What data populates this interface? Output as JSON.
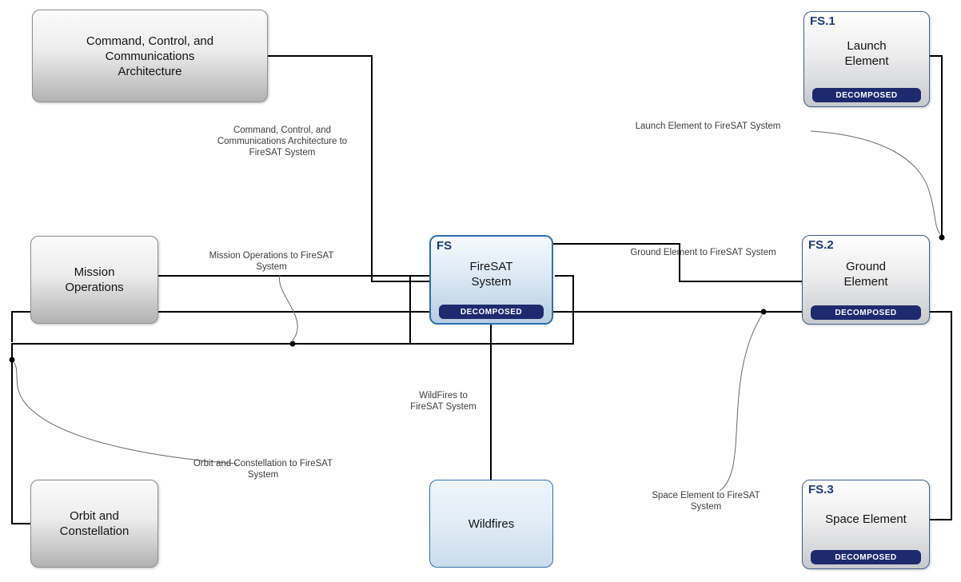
{
  "nodes": {
    "ccc": {
      "label": "Command, Control, and\nCommunications\nArchitecture"
    },
    "launch": {
      "number": "FS.1",
      "label": "Launch\nElement",
      "badge": "DECOMPOSED"
    },
    "mission": {
      "label": "Mission\nOperations"
    },
    "firesat": {
      "number": "FS",
      "label": "FireSAT\nSystem",
      "badge": "DECOMPOSED"
    },
    "ground": {
      "number": "FS.2",
      "label": "Ground\nElement",
      "badge": "DECOMPOSED"
    },
    "orbit": {
      "label": "Orbit and\nConstellation"
    },
    "wildfires": {
      "label": "Wildfires"
    },
    "space": {
      "number": "FS.3",
      "label": "Space Element",
      "badge": "DECOMPOSED"
    }
  },
  "edges": {
    "ccc_to_firesat": {
      "label": "Command, Control, and\nCommunications Architecture to\nFireSAT System"
    },
    "launch_to_firesat": {
      "label": "Launch Element to FireSAT System"
    },
    "mission_to_firesat": {
      "label": "Mission Operations to FireSAT\nSystem"
    },
    "ground_to_firesat": {
      "label": "Ground Element to FireSAT System"
    },
    "wildfires_to_firesat": {
      "label": "WildFires to\nFireSAT System"
    },
    "orbit_to_firesat": {
      "label": "Orbit and Constellation to FireSAT\nSystem"
    },
    "space_to_firesat": {
      "label": "Space Element to FireSAT\nSystem"
    }
  },
  "colors": {
    "connector": "#000000",
    "leader_line": "#666666",
    "badge_background": "#1e2a6e",
    "badge_text": "#ffffff",
    "number_text": "#1c3c78",
    "blue_border": "#2f6fad",
    "gray_border": "#8f8f8f",
    "edge_label_text": "#3d3d3d"
  }
}
